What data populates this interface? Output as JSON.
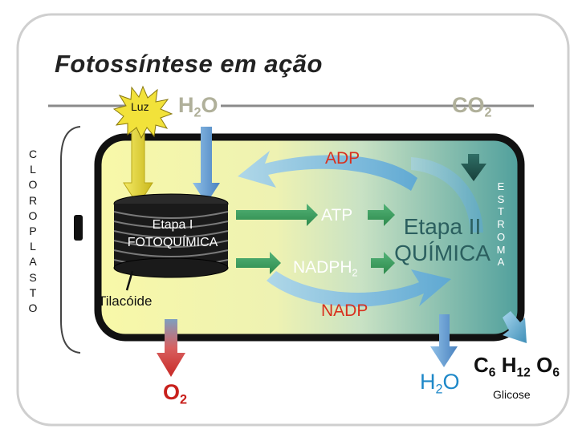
{
  "title": "Fotossíntese em ação",
  "labels": {
    "luz": "Luz",
    "h2o_top": {
      "base": "H",
      "sub": "2",
      "tail": "O"
    },
    "co2": {
      "base": "CO",
      "sub": "2"
    },
    "adp": "ADP",
    "atp": "ATP",
    "nadph": {
      "base": "NADPH",
      "sub": "2"
    },
    "nadp": "NADP",
    "etapa1": [
      "Etapa I",
      "FOTOQUÍMICA"
    ],
    "etapa2": [
      "Etapa II",
      "QUÍMICA"
    ],
    "tilacoide": "Tilacóide",
    "o2": {
      "base": "O",
      "sub": "2"
    },
    "h2o_bottom": {
      "base": "H",
      "sub": "2",
      "tail": "O"
    },
    "glucose_formula": [
      {
        "base": "C",
        "sub": "6"
      },
      {
        "base": "H",
        "sub": "12"
      },
      {
        "base": "O",
        "sub": "6"
      }
    ],
    "glicose": "Glicose",
    "cloroplasto_letters": [
      "C",
      "L",
      "O",
      "R",
      "O",
      "P",
      "L",
      "A",
      "S",
      "T",
      "O"
    ],
    "estroma_letters": [
      "E",
      "S",
      "T",
      "R",
      "O",
      "M",
      "A"
    ]
  },
  "colors": {
    "frame": "#cfcfcf",
    "chloroplast_border": "#111111",
    "chloroplast_fill_left": "#f6f6a0",
    "chloroplast_fill_right": "#5fa8a4",
    "light_arrow": "#e6d92a",
    "water_arrow": "#6ba3d6",
    "oxygen_arrow": "#d03a33",
    "energy_arrow": "#3c9a5e",
    "cycle_arrow": "#6ab0d8",
    "co2_arrow": "#1f5a50",
    "thylakoid_stack": "#1a1a1a"
  }
}
